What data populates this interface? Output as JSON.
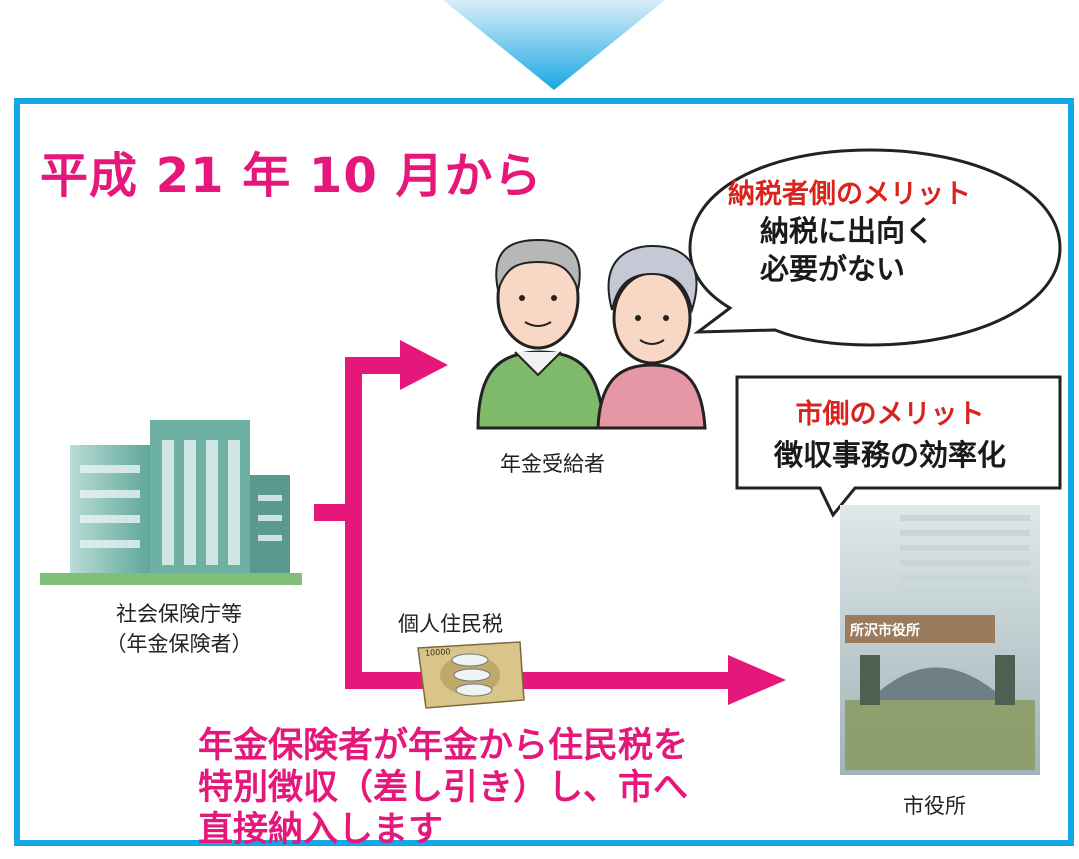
{
  "title": "平成 21 年 10 月から",
  "taxpayer_merit": {
    "heading": "納税者側のメリット",
    "line1": "納税に出向く",
    "line2": "必要がない"
  },
  "city_merit": {
    "heading": "市側のメリット",
    "line1": "徴収事務の効率化"
  },
  "labels": {
    "pension_recipients": "年金受給者",
    "agency_line1": "社会保険庁等",
    "agency_line2": "（年金保険者）",
    "resident_tax": "個人住民税",
    "city_hall": "市役所",
    "city_hall_sign": "所沢市役所"
  },
  "caption": {
    "line1": "年金保険者が年金から住民税を",
    "line2": "特別徴収（差し引き）し、市へ",
    "line3": "直接納入します"
  },
  "banknote_text": "10000",
  "colors": {
    "frame": "#12a8e6",
    "accent": "#e6177b",
    "merit_heading": "#d9231e"
  }
}
